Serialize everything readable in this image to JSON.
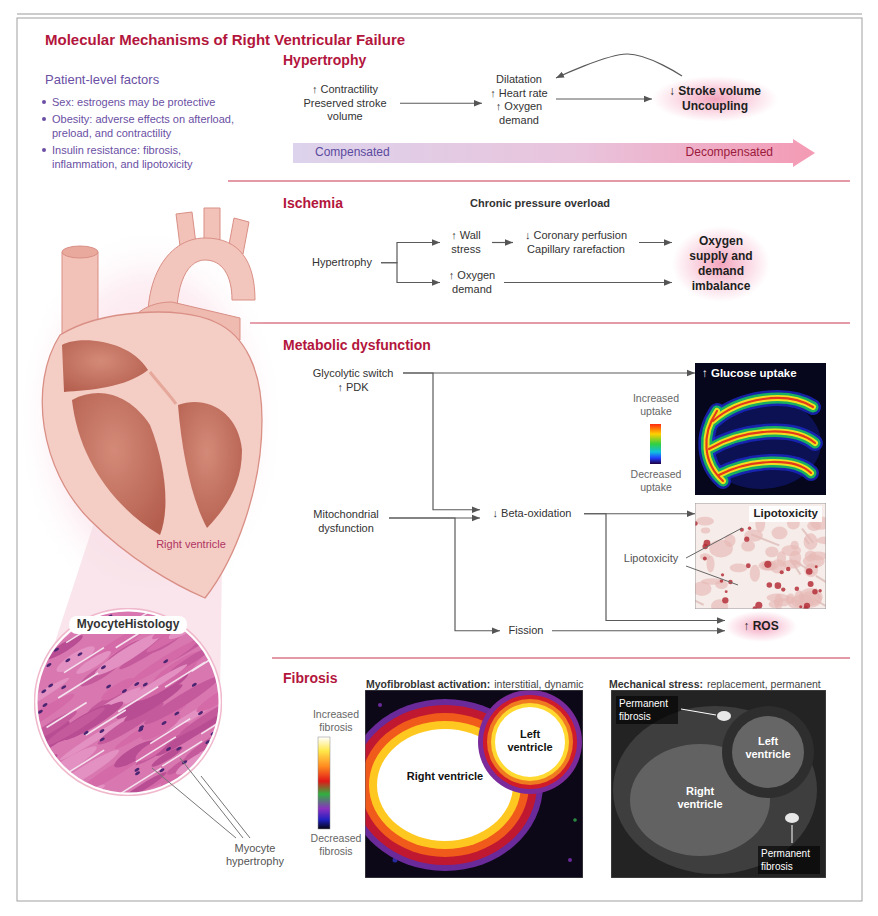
{
  "diagram": {
    "title": "Molecular Mechanisms of Right Ventricular Failure",
    "nodes": [
      {
        "text": [
          "↑ Contractility Preserved stroke volume"
        ]
      },
      {
        "text": [
          "Dilatation ↑ Heart rate ↑ Oxygen demand"
        ]
      },
      {
        "text": [
          "↓ Stroke volume Uncoupling"
        ]
      },
      {
        "text": [
          "Compensated",
          "Decompensated"
        ]
      },
      {
        "text": [
          "Hypertrophy"
        ]
      },
      {
        "text": [
          "↑ Wall stress"
        ]
      },
      {
        "text": [
          "↓ Coronary perfusion Capillary rarefaction"
        ]
      },
      {
        "text": [
          "↑ Oxygen demand"
        ]
      },
      {
        "text": [
          "Oxygen supply and demand imbalance"
        ]
      },
      {
        "text": [
          "Glycolytic switch ↑ PDK"
        ]
      },
      {
        "text": [
          "↑ Glucose uptake"
        ]
      },
      {
        "text": [
          "Mitochondrial dysfunction"
        ]
      },
      {
        "text": [
          "↓ Beta-oxidation"
        ]
      },
      {
        "text": [
          "Lipotoxicity"
        ]
      },
      {
        "text": [
          "Fission"
        ]
      },
      {
        "text": [
          "↑ ROS"
        ]
      },
      {
        "text": [
          "Myocyte Histology"
        ]
      }
    ],
    "edges": [
      {
        "from": 0,
        "to": 1,
        "arrow": "to"
      },
      {
        "from": 1,
        "to": 2,
        "arrow": "to"
      },
      {
        "from": 2,
        "to": 1,
        "arrow": "to"
      },
      {
        "from": 4,
        "to": 5,
        "arrow": "to"
      },
      {
        "from": 4,
        "to": 7,
        "arrow": "to"
      },
      {
        "from": 5,
        "to": 6,
        "arrow": "to"
      },
      {
        "from": 6,
        "to": 8,
        "arrow": "to"
      },
      {
        "from": 7,
        "to": 8,
        "arrow": "to"
      },
      {
        "from": 9,
        "to": 10,
        "arrow": "to"
      },
      {
        "from": 9,
        "to": 12,
        "arrow": "to"
      },
      {
        "from": 11,
        "to": 12,
        "arrow": "to"
      },
      {
        "from": 11,
        "to": 14,
        "arrow": "to"
      },
      {
        "from": 12,
        "to": 13,
        "arrow": "to"
      },
      {
        "from": 12,
        "to": 15,
        "arrow": "to"
      },
      {
        "from": 14,
        "to": 15,
        "arrow": "to"
      }
    ],
    "labels": [
      "Patient-level factors",
      "Sex: estrogens may be protective",
      "Obesity: adverse effects on afterload, preload, and contractility",
      "Insulin resistance: fibrosis, inflammation, and lipotoxicity",
      "Hypertrophy",
      "Ischemia",
      "Chronic pressure overload",
      "Metabolic dysfunction",
      "Increased uptake",
      "Decreased uptake",
      "Lipotoxicity",
      "Fibrosis",
      "Myofibroblast activation:",
      "interstitial, dynamic",
      "Mechanical stress:",
      "replacement, permanent",
      "Increased fibrosis",
      "Decreased fibrosis",
      "Right ventricle",
      "Left ventricle",
      "Left ventricle",
      "Right ventricle",
      "Permanent fibrosis",
      "Permanent fibrosis",
      "Right ventricle",
      "Myocyte hypertrophy"
    ]
  }
}
